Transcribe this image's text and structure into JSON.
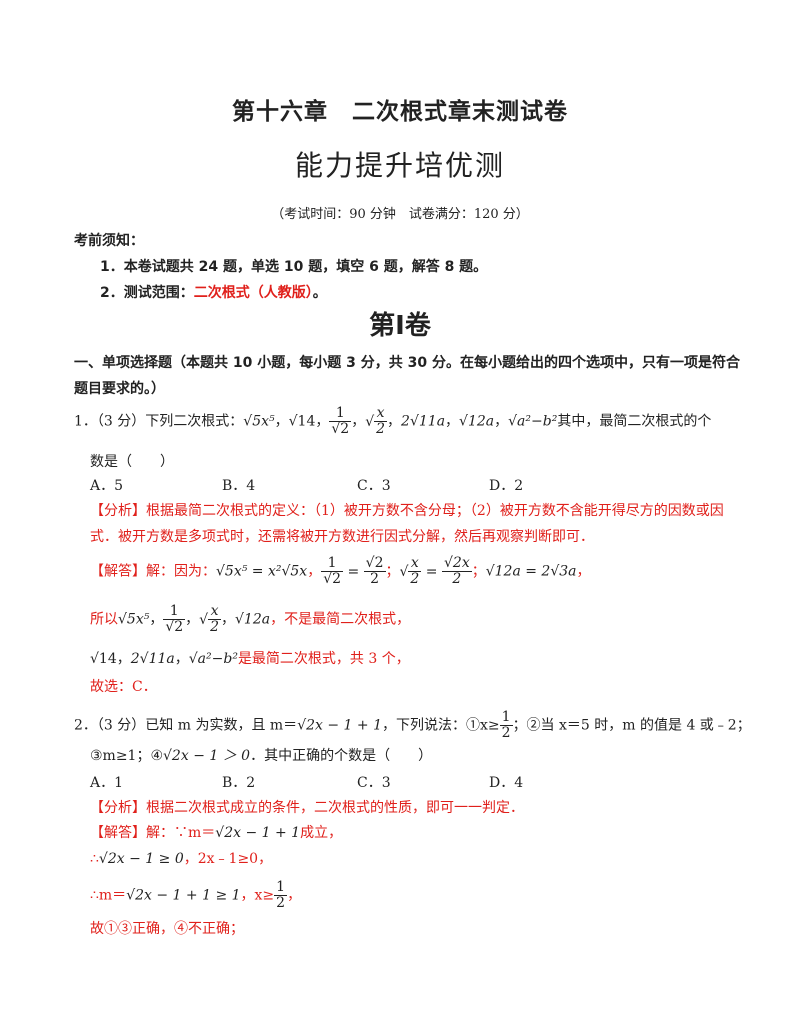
{
  "header": {
    "title_main": "第十六章　二次根式章末测试卷",
    "title_sub": "能力提升培优测",
    "exam_info": "（考试时间：90 分钟　试卷满分：120 分）"
  },
  "notice": {
    "label": "考前须知：",
    "item1": "1．本卷试题共 24 题，单选 10 题，填空 6 题，解答 8 题。",
    "item2_prefix": "2．测试范围：",
    "item2_range": "二次根式（人教版）",
    "item2_suffix": "。"
  },
  "volume_title": "第Ⅰ卷",
  "section1": {
    "line1": "一、单项选择题（本题共 10 小题，每小题 3 分，共 30 分。在每小题给出的四个选项中，只有一项是符合",
    "line2": "题目要求的。）"
  },
  "q1": {
    "number": "1．",
    "score": "（3 分）",
    "stem_prefix": "下列二次根式：",
    "e1": "√5x⁵",
    "e2": "√14",
    "e3_num": "1",
    "e3_den": "√2",
    "e4_rad": "x",
    "e4_den": "2",
    "e5": "2√11a",
    "e6": "√12a",
    "e7": "√a²−b²",
    "sep": "，",
    "stem_suffix": "其中，最简二次根式的个",
    "line2": "数是（　　）",
    "optA": "A．5",
    "optB": "B．4",
    "optC": "C．3",
    "optD": "D．2",
    "analysis1": "【分析】根据最简二次根式的定义：（1）被开方数不含分母；（2）被开方数不含能开得尽方的因数或因",
    "analysis2": "式．被开方数是多项式时，还需将被开方数进行因式分解，然后再观察判断即可．",
    "sol_prefix": "【解答】解：因为：",
    "sol_e1": "√5x⁵ = x²√5x",
    "sol_e2_num": "1",
    "sol_e2_den": "√2",
    "sol_e2_rnum": "√2",
    "sol_e2_rden": "2",
    "sol_e3_rad": "x",
    "sol_e3_den": "2",
    "sol_e3_rnum": "√2x",
    "sol_e3_rden": "2",
    "sol_e4": "√12a = 2√3a",
    "line_so_prefix": "所以",
    "so_e1": "√5x⁵",
    "so_e2_num": "1",
    "so_e2_den": "√2",
    "so_e3_rad": "x",
    "so_e3_den": "2",
    "so_e4": "√12a",
    "so_suffix": "，不是最简二次根式，",
    "line_simple_e1": "√14",
    "line_simple_e2": "2√11a",
    "line_simple_e3": "√a²−b²",
    "line_simple_suffix": "是最简二次根式，共 3 个，",
    "conclusion": "故选：C．"
  },
  "q2": {
    "number": "2．",
    "score": "（3 分）",
    "stem1_prefix": "已知 m 为实数，且 m＝",
    "stem1_expr": "√2x − 1 + 1",
    "stem1_mid": "，下列说法：①x≥",
    "stem1_frac_num": "1",
    "stem1_frac_den": "2",
    "stem1_suffix": "；②当 x＝5 时，m 的值是 4 或﹣2；",
    "stem2_prefix": "③m≥1；④",
    "stem2_expr": "√2x − 1 ＞ 0",
    "stem2_suffix": "．其中正确的个数是（　　）",
    "optA": "A．1",
    "optB": "B．2",
    "optC": "C．3",
    "optD": "D．4",
    "analysis": "【分析】根据二次根式成立的条件，二次根式的性质，即可一一判定．",
    "sol1_prefix": "【解答】解：∵m＝",
    "sol1_expr": "√2x − 1 + 1",
    "sol1_suffix": "成立，",
    "sol2_prefix": "∴",
    "sol2_expr": "√2x − 1 ≥ 0",
    "sol2_suffix": "，2x﹣1≥0，",
    "sol3_prefix": "∴m＝",
    "sol3_expr": "√2x − 1 + 1 ≥ 1",
    "sol3_mid": "，x≥",
    "sol3_frac_num": "1",
    "sol3_frac_den": "2",
    "sol3_suffix": "，",
    "conclusion": "故①③正确，④不正确；"
  }
}
